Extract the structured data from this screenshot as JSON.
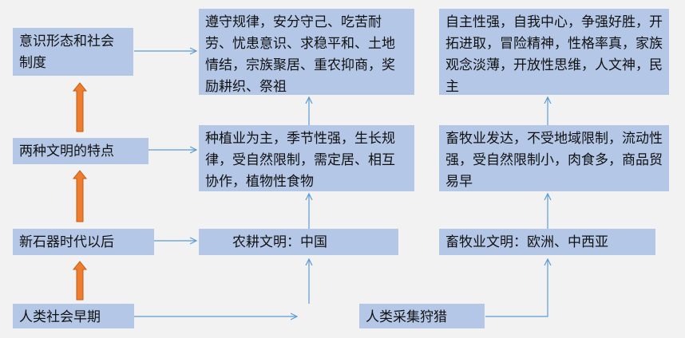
{
  "colors": {
    "box": "#b4c7e7",
    "arrow_line": "#5b9bd5",
    "up_arrow": "#ed7d31",
    "up_arrow_border": "#c55a11"
  },
  "nodes": {
    "ideology": "意识形态和社会制度",
    "features": "两种文明的特点",
    "neolithic": "新石器时代以后",
    "early": "人类社会早期",
    "farm_ideology": "遵守规律，安分守己、吃苦耐劳、忧患意识、求稳平和、土地情结，宗族聚居、重农抑商，奖励耕织、祭祖",
    "farm_features": "种植业为主，季节性强，生长规律，受自然限制，需定居、相互协作，植物性食物",
    "farm_civ": "农耕文明：中国",
    "herd_ideology": "自主性强，自我中心，争强好胜，开拓进取，冒险精神，性格率真，家族观念淡薄，开放性思维，人文神，民主",
    "herd_features": "畜牧业发达，不受地域限制，流动性强，受自然限制小，肉食多，商品贸易早",
    "herd_civ": "畜牧业文明：欧洲、中西亚",
    "gather": "人类采集狩猎"
  }
}
